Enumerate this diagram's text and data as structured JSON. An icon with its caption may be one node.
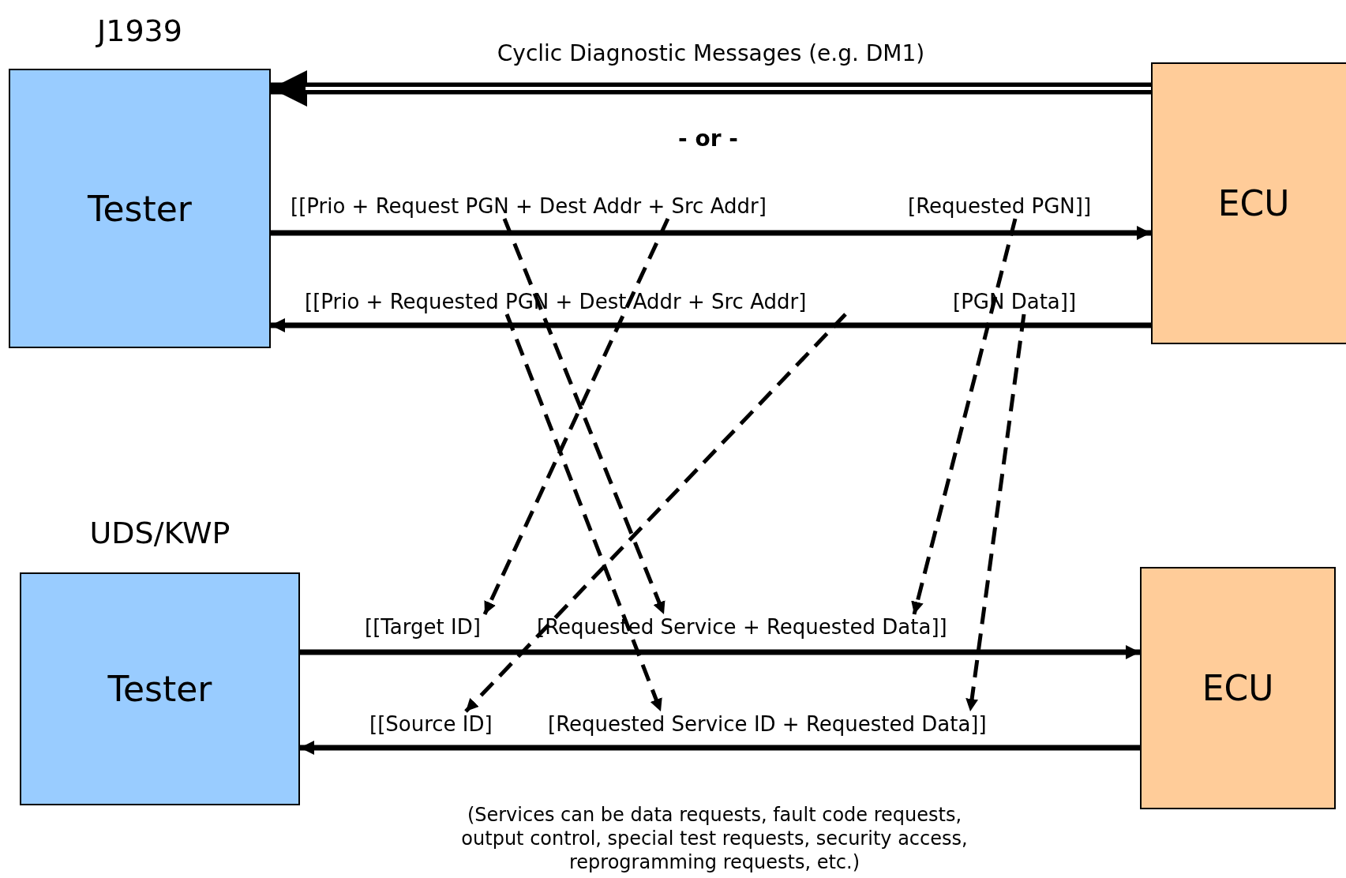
{
  "diagram": {
    "nodes": [
      {
        "text": [
          "J1939",
          "Tester"
        ]
      },
      {
        "text": [
          "ECU"
        ]
      },
      {
        "text": [
          "UDS/KWP",
          "Tester"
        ]
      },
      {
        "text": [
          "ECU"
        ]
      },
      {
        "text": [
          "[[Prio + Request PGN + Dest Addr + Src Addr]"
        ]
      },
      {
        "text": [
          "[Requested PGN]]"
        ]
      },
      {
        "text": [
          "[[Prio + Requested PGN + Dest Addr + Src Addr]"
        ]
      },
      {
        "text": [
          "[PGN Data]]"
        ]
      },
      {
        "text": [
          "[[Target ID]"
        ]
      },
      {
        "text": [
          "[Requested Service + Requested Data]]"
        ]
      },
      {
        "text": [
          "[[Source ID]"
        ]
      },
      {
        "text": [
          "[Requested Service ID + Requested Data]]"
        ]
      }
    ],
    "edges": [
      {
        "from": 1,
        "to": 0,
        "arrow": "to",
        "label": "Cyclic Diagnostic Messages (e.g. DM1)",
        "style": "thick"
      },
      {
        "from": 0,
        "to": 1,
        "arrow": "to"
      },
      {
        "from": 1,
        "to": 0,
        "arrow": "to"
      },
      {
        "from": 2,
        "to": 3,
        "arrow": "to"
      },
      {
        "from": 3,
        "to": 2,
        "arrow": "to"
      },
      {
        "from": 4,
        "to": 9,
        "arrow": "to",
        "style": "dashed"
      },
      {
        "from": 4,
        "to": 8,
        "arrow": "to",
        "style": "dashed"
      },
      {
        "from": 5,
        "to": 9,
        "arrow": "to",
        "style": "dashed"
      },
      {
        "from": 6,
        "to": 11,
        "arrow": "to",
        "style": "dashed"
      },
      {
        "from": 6,
        "to": 10,
        "arrow": "to",
        "style": "dashed"
      },
      {
        "from": 7,
        "to": 11,
        "arrow": "to",
        "style": "dashed"
      }
    ],
    "labels": [
      "- or -",
      "(Services can be data requests, fault code requests, output control, special test requests, security access, reprogramming requests, etc.)"
    ]
  }
}
